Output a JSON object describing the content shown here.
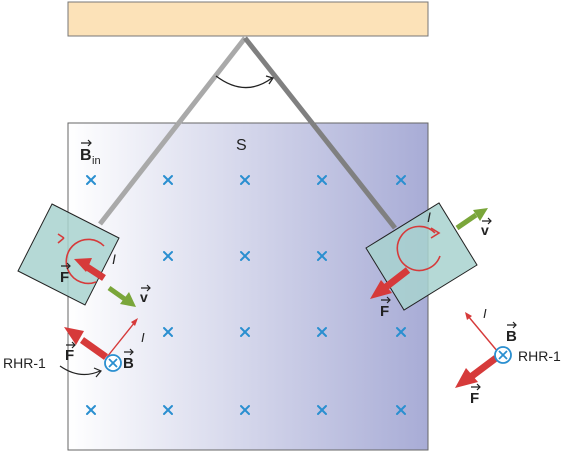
{
  "labels": {
    "field": "B",
    "field_sub": "in",
    "region": "S",
    "current": "I",
    "force": "F",
    "velocity": "v",
    "rule": "RHR-1"
  },
  "colors": {
    "ceiling": "#fce2b8",
    "field_grad_start": "#ffffff",
    "field_grad_end": "#a8acd6",
    "plate": "#a8d2cf",
    "arm": "#a9a9a9",
    "arm_dark": "#808080",
    "field_mark": "#2a8fd0",
    "force_arrow": "#d63a3a",
    "velocity_arrow": "#7aa63a",
    "current_arrow": "#d63a3a"
  },
  "icons": [
    "field-into-page-icon",
    "circulating-current-icon",
    "angle-arc-icon"
  ]
}
